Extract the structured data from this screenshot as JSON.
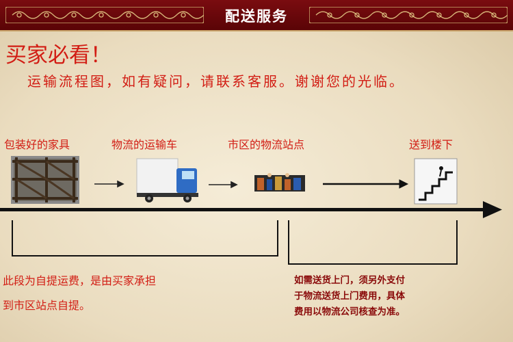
{
  "banner": {
    "title": "配送服务"
  },
  "headline": "买家必看！",
  "subtitle": "运输流程图，如有疑问，请联系客服。谢谢您的光临。",
  "steps": [
    {
      "label": "包装好的家具",
      "icon": "crate-icon"
    },
    {
      "label": "物流的运输车",
      "icon": "truck-icon"
    },
    {
      "label": "市区的物流站点",
      "icon": "warehouse-icon"
    },
    {
      "label": "送到楼下",
      "icon": "stairs-icon"
    }
  ],
  "notes": {
    "self_pickup": [
      "此段为自提运费，是由买家承担",
      "到市区站点自提。"
    ],
    "delivery": [
      "如需送货上门，须另外支付",
      "于物流送货上门费用，具体",
      "费用以物流公司核查为准。"
    ]
  },
  "colors": {
    "banner": "#6b070b",
    "accent_red": "#d21d14",
    "note_dark_red": "#8a0a0a",
    "background": "#efe3c9"
  }
}
